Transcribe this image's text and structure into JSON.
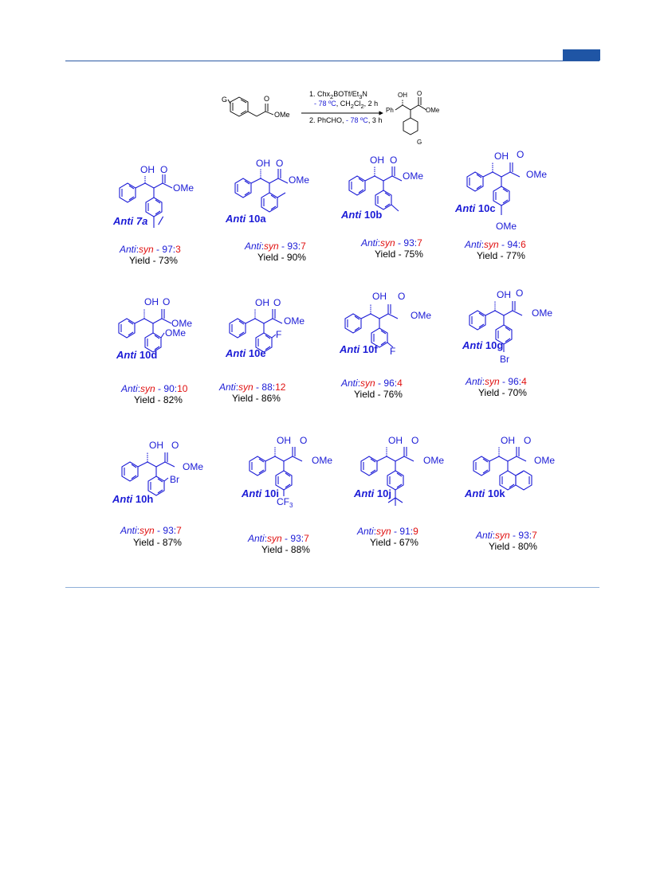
{
  "header_color": "#1f55a5",
  "scheme": {
    "reactant_labels": {
      "g": "G",
      "o": "O",
      "ome": "OMe"
    },
    "step1": "1. Chx",
    "step1_rest": "BOTf/Et",
    "step1_n": "N",
    "step1_temp": "- 78 ºC",
    "step1_solvent": ", CH",
    "step1_solvent2": "Cl",
    "step1_time": ", 2 h",
    "step2": "2. PhCHO, ",
    "step2_temp": "- 78 ºC",
    "step2_time": ", 3 h",
    "product_labels": {
      "oh": "OH",
      "o": "O",
      "ome": "OMe",
      "ph": "Ph",
      "g": "G"
    }
  },
  "atoms": {
    "oh": "OH",
    "o": "O",
    "ome": "OMe",
    "f": "F",
    "br": "Br",
    "cf": "CF",
    "three": "3"
  },
  "compounds": [
    {
      "id": "7a",
      "prefix": "Anti ",
      "num": "7a",
      "ratio_label": "Anti",
      "ratio_syn": "syn",
      "ratio_sep": " - ",
      "anti": "97",
      "syn": "3",
      "yield": "Yield - 73%"
    },
    {
      "id": "10a",
      "prefix": "Anti ",
      "num": "10a",
      "ratio_label": "Anti",
      "ratio_syn": "syn",
      "ratio_sep": " - ",
      "anti": "93",
      "syn": "7",
      "yield": "Yield - 90%"
    },
    {
      "id": "10b",
      "prefix": "Anti ",
      "num": "10b",
      "ratio_label": "Anti",
      "ratio_syn": "syn",
      "ratio_sep": " - ",
      "anti": "93",
      "syn": "7",
      "yield": "Yield - 75%"
    },
    {
      "id": "10c",
      "prefix": "Anti ",
      "num": "10c",
      "ratio_label": "Anti",
      "ratio_syn": "syn",
      "ratio_sep": " - ",
      "anti": "94",
      "syn": "6",
      "yield": "Yield - 77%"
    },
    {
      "id": "10d",
      "prefix": "Anti ",
      "num": "10d",
      "ratio_label": "Anti",
      "ratio_syn": "syn",
      "ratio_sep": " - ",
      "anti": "90",
      "syn": "10",
      "yield": "Yield - 82%"
    },
    {
      "id": "10e",
      "prefix": "Anti ",
      "num": "10e",
      "ratio_label": "Anti",
      "ratio_syn": "syn",
      "ratio_sep": " - ",
      "anti": "88",
      "syn": "12",
      "yield": "Yield - 86%"
    },
    {
      "id": "10f",
      "prefix": "Anti ",
      "num": "10f",
      "ratio_label": "Anti",
      "ratio_syn": "syn",
      "ratio_sep": " - ",
      "anti": "96",
      "syn": "4",
      "yield": "Yield - 76%"
    },
    {
      "id": "10g",
      "prefix": "Anti ",
      "num": "10g",
      "ratio_label": "Anti",
      "ratio_syn": "syn",
      "ratio_sep": " - ",
      "anti": "96",
      "syn": "4",
      "yield": "Yield - 70%"
    },
    {
      "id": "10h",
      "prefix": "Anti ",
      "num": "10h",
      "ratio_label": "Anti",
      "ratio_syn": "syn",
      "ratio_sep": " - ",
      "anti": "93",
      "syn": "7",
      "yield": "Yield - 87%"
    },
    {
      "id": "10i",
      "prefix": "Anti ",
      "num": "10i",
      "ratio_label": "Anti",
      "ratio_syn": "syn",
      "ratio_sep": " - ",
      "anti": "93",
      "syn": "7",
      "yield": "Yield - 88%"
    },
    {
      "id": "10j",
      "prefix": "Anti ",
      "num": "10j",
      "ratio_label": "Anti",
      "ratio_syn": "syn",
      "ratio_sep": " - ",
      "anti": "91",
      "syn": "9",
      "yield": "Yield - 67%"
    },
    {
      "id": "10k",
      "prefix": "Anti ",
      "num": "10k",
      "ratio_label": "Anti",
      "ratio_syn": "syn",
      "ratio_sep": " - ",
      "anti": "93",
      "syn": "7",
      "yield": "Yield - 80%"
    }
  ]
}
